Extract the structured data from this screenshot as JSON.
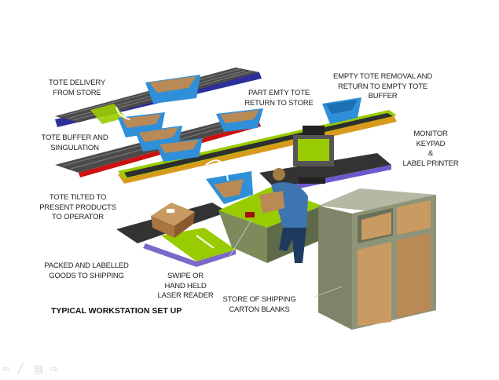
{
  "title": "TYPICAL WORKSTATION SET UP",
  "labels": {
    "tote_delivery": [
      "TOTE DELIVERY",
      "FROM STORE"
    ],
    "part_empty_tote": [
      "PART EMTY TOTE",
      "RETURN TO STORE"
    ],
    "empty_tote_removal": [
      "EMPTY TOTE REMOVAL AND",
      "RETURN TO EMPTY TOTE",
      "BUFFER"
    ],
    "tote_buffer": [
      "TOTE BUFFER AND",
      "SINGULATION"
    ],
    "monitor": [
      "MONITOR",
      "KEYPAD",
      "&",
      "LABEL PRINTER"
    ],
    "tote_tilted": [
      "TOTE TILTED TO",
      "PRESENT PRODUCTS",
      "TO OPERATOR"
    ],
    "packed_goods": [
      "PACKED AND LABELLED",
      "GOODS TO SHIPPING"
    ],
    "laser_reader": [
      "SWIPE  OR",
      "HAND HELD",
      "LASER READER"
    ],
    "carton_store": [
      "STORE OF SHIPPING",
      "CARTON BLANKS"
    ]
  },
  "nav": {
    "prev": "⇦",
    "pen": "╱",
    "menu": "▤",
    "next": "⇨"
  },
  "colors": {
    "belt": "#3a3a3a",
    "tote": "#2f8fd8",
    "green": "#99cc00",
    "cardboard": "#b98a55",
    "cabinet": "#8e9478"
  }
}
